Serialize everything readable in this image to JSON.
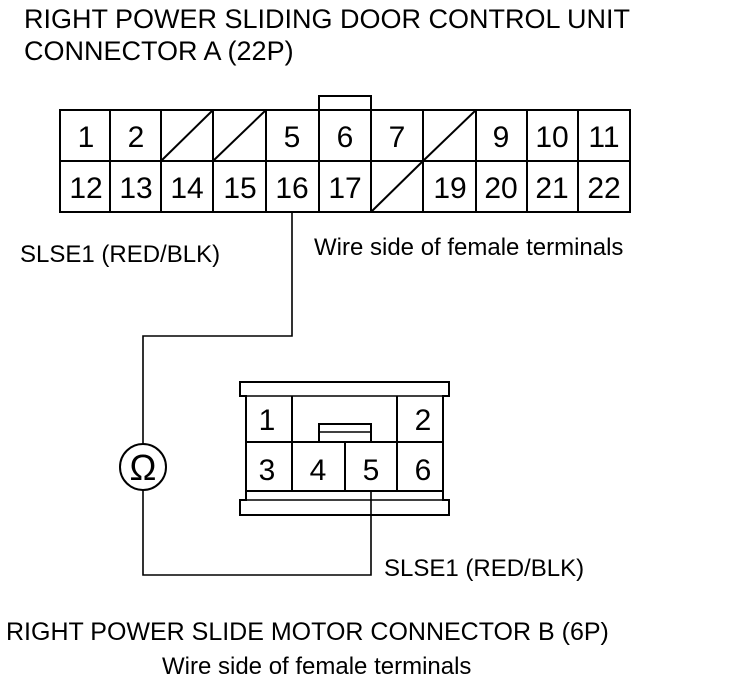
{
  "title_a_line1": "RIGHT POWER SLIDING DOOR CONTROL UNIT",
  "title_a_line2": "CONNECTOR A (22P)",
  "connector_a": {
    "row1": [
      "1",
      "2",
      "",
      "",
      "5",
      "6",
      "7",
      "",
      "9",
      "10",
      "11"
    ],
    "row2": [
      "12",
      "13",
      "14",
      "15",
      "16",
      "17",
      "",
      "19",
      "20",
      "21",
      "22"
    ],
    "wire_side_label": "Wire side of female terminals",
    "wire_label": "SLSE1 (RED/BLK)"
  },
  "meter_symbol": "Ω",
  "connector_b": {
    "pins": [
      "1",
      "2",
      "3",
      "4",
      "5",
      "6"
    ],
    "wire_label": "SLSE1 (RED/BLK)"
  },
  "title_b": "RIGHT POWER SLIDE MOTOR CONNECTOR B (6P)",
  "subtitle_b": "Wire side of female terminals"
}
